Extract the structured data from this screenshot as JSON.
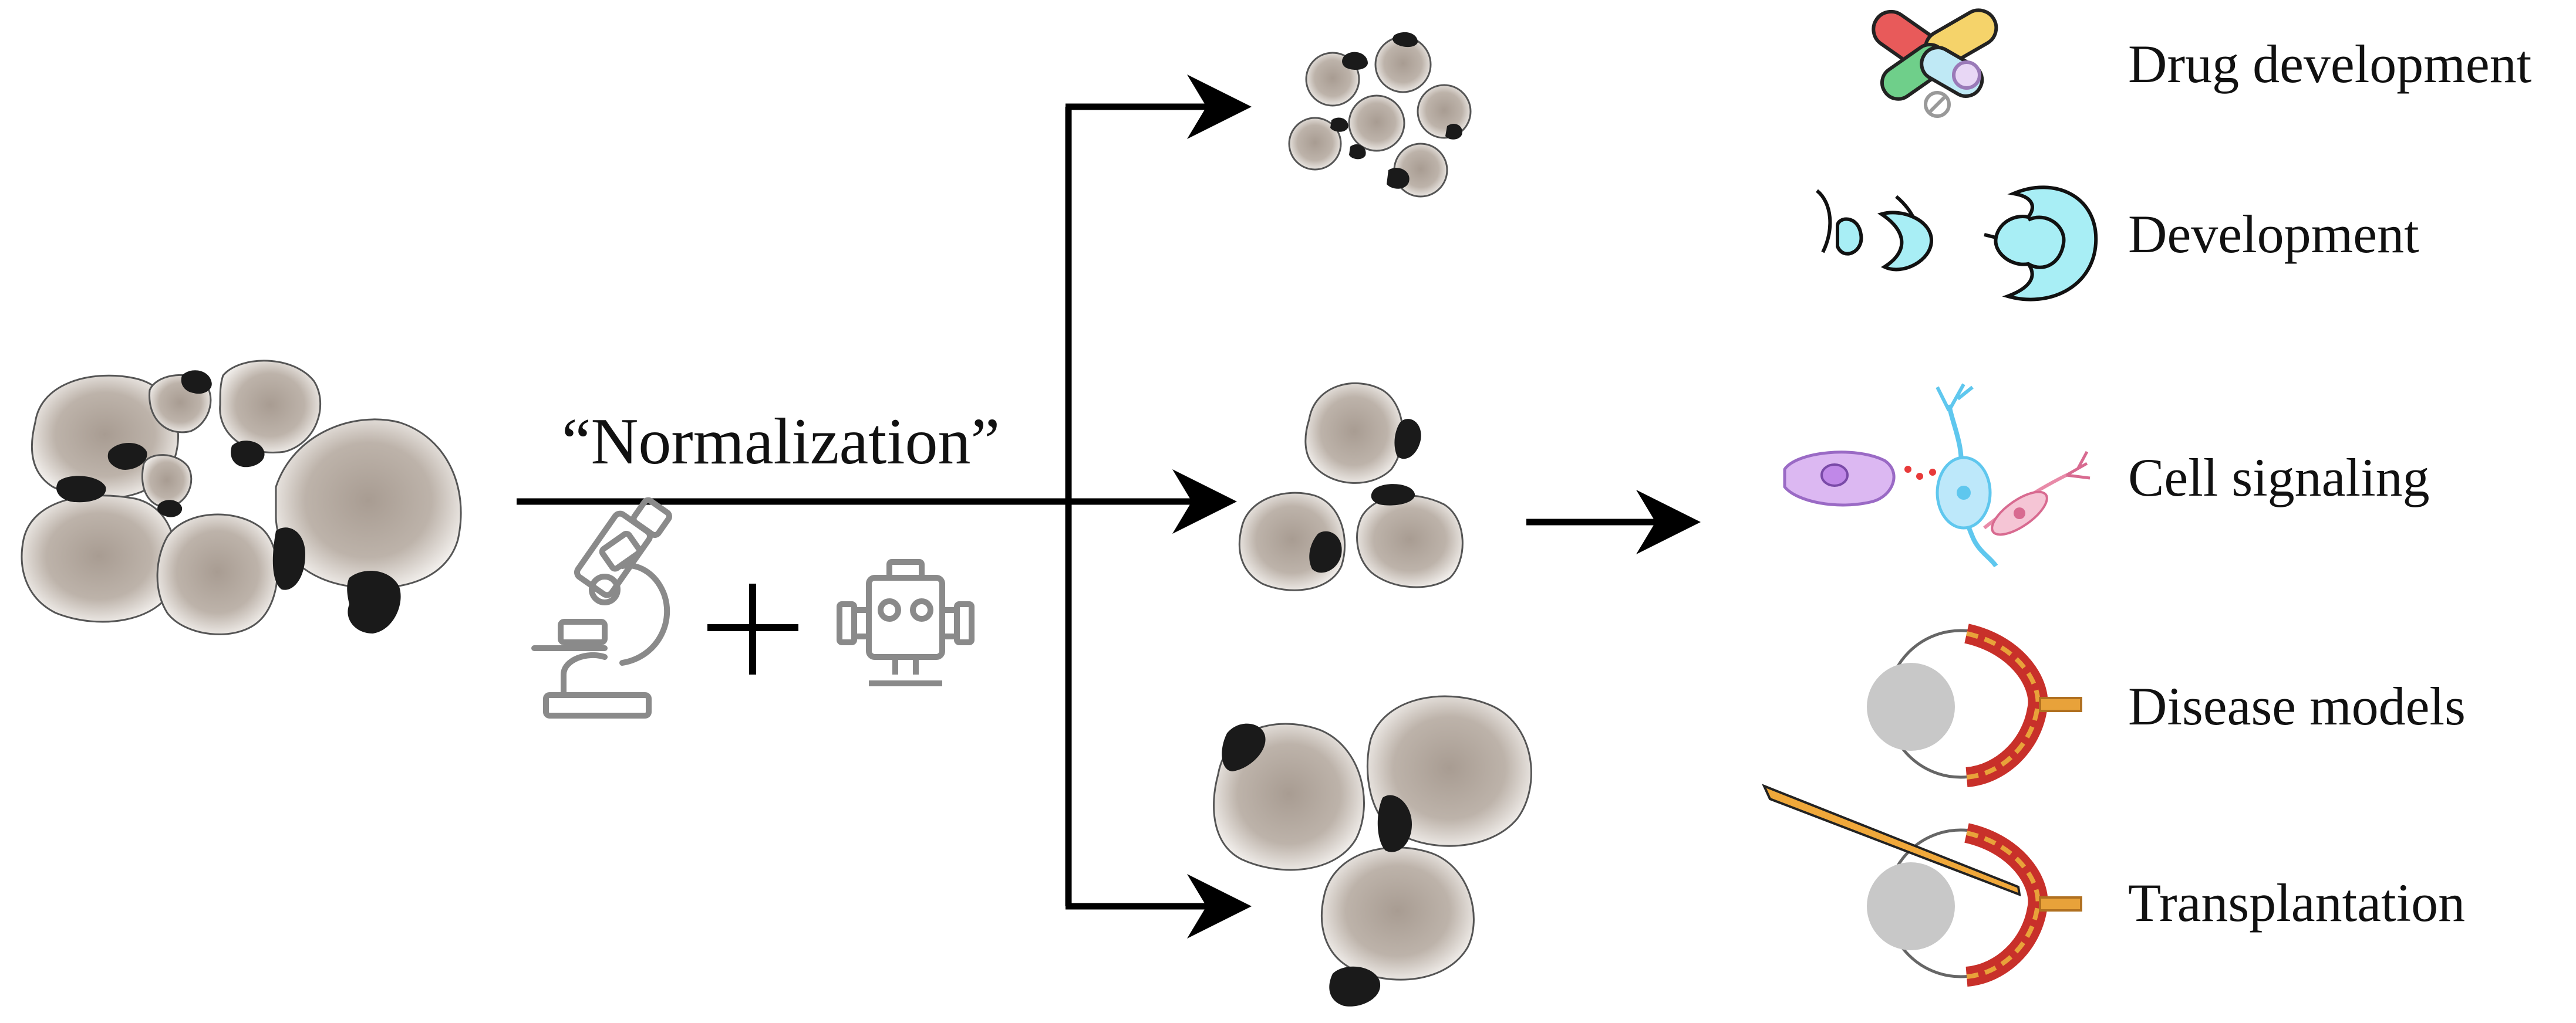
{
  "process": {
    "label": "“Normalization”"
  },
  "applications": [
    {
      "label": "Drug development",
      "icon": "pills-icon"
    },
    {
      "label": "Development",
      "icon": "embryo-icon"
    },
    {
      "label": "Cell signaling",
      "icon": "cells-icon"
    },
    {
      "label": "Disease models",
      "icon": "eye-icon"
    },
    {
      "label": "Transplantation",
      "icon": "eye-injection-icon"
    }
  ],
  "tools": [
    {
      "icon": "microscope-icon"
    },
    {
      "icon": "plus-icon"
    },
    {
      "icon": "robot-icon"
    }
  ],
  "colors": {
    "organoid": "#b5aca3",
    "organoid_edge": "#555555",
    "black_tissue": "#1a1a1a",
    "arrow": "#000000",
    "tool_stroke": "#8a8a8a",
    "eye_red": "#c8302a",
    "eye_orange": "#e8a23a",
    "cyan": "#a8eef5"
  }
}
